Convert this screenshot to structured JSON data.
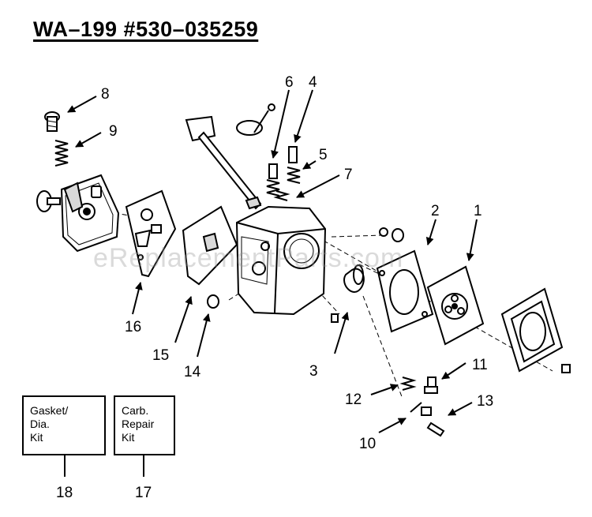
{
  "title": "WA–199 #530–035259",
  "watermark": "eReplacementParts.com",
  "callouts": [
    {
      "id": "c1",
      "text": "1"
    },
    {
      "id": "c2",
      "text": "2"
    },
    {
      "id": "c3",
      "text": "3"
    },
    {
      "id": "c4",
      "text": "4"
    },
    {
      "id": "c5",
      "text": "5"
    },
    {
      "id": "c6",
      "text": "6"
    },
    {
      "id": "c7",
      "text": "7"
    },
    {
      "id": "c8",
      "text": "8"
    },
    {
      "id": "c9",
      "text": "9"
    },
    {
      "id": "c10",
      "text": "10"
    },
    {
      "id": "c11",
      "text": "11"
    },
    {
      "id": "c12",
      "text": "12"
    },
    {
      "id": "c13",
      "text": "13"
    },
    {
      "id": "c14",
      "text": "14"
    },
    {
      "id": "c15",
      "text": "15"
    },
    {
      "id": "c16",
      "text": "16"
    },
    {
      "id": "c17",
      "text": "17"
    },
    {
      "id": "c18",
      "text": "18"
    }
  ],
  "kits": {
    "gasket": {
      "label": "Gasket/\nDia.\nKit",
      "number": "18"
    },
    "carb": {
      "label": "Carb.\nRepair\nKit",
      "number": "17"
    }
  },
  "colors": {
    "ink": "#000000",
    "fill": "#ffffff",
    "shade": "#d9d9d9"
  }
}
